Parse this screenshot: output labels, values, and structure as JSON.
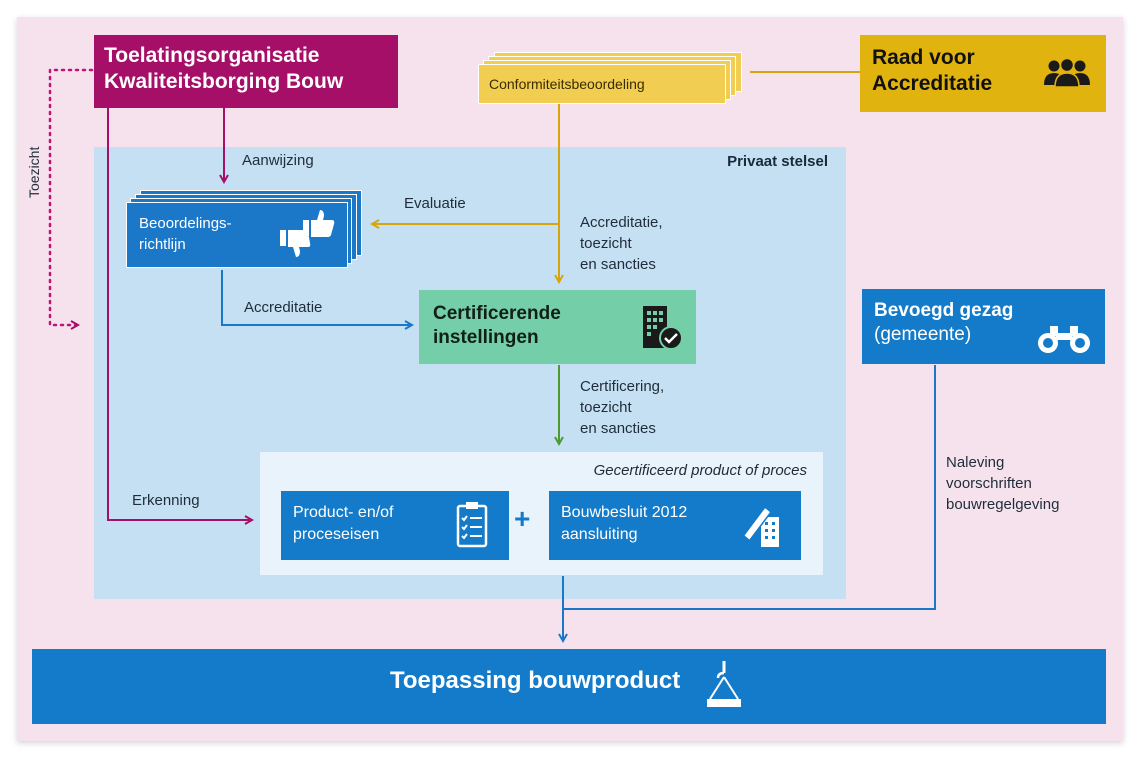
{
  "boxes": {
    "toelating": "Toelatingsorganisatie Kwaliteitsborging Bouw",
    "toelating_l1": "Toelatingsorganisatie",
    "toelating_l2": "Kwaliteitsborging Bouw",
    "raad_l1": "Raad voor",
    "raad_l2": "Accreditatie",
    "conformiteit": "Conformiteitsbeoordeling",
    "beoordeling_l1": "Beoordelings-",
    "beoordeling_l2": "richtlijn",
    "certificerend_l1": "Certificerende",
    "certificerend_l2": "instellingen",
    "bevoegd_l1": "Bevoegd gezag",
    "bevoegd_l2": "(gemeente)",
    "product_l1": "Product- en/of",
    "product_l2": "proceseisen",
    "bouwbesluit_l1": "Bouwbesluit 2012",
    "bouwbesluit_l2": "aansluiting",
    "toepassing": "Toepassing bouwproduct",
    "plus": "+"
  },
  "regions": {
    "privaat": "Privaat stelsel",
    "gecertificeerd": "Gecertificeerd product of proces"
  },
  "labels": {
    "toezicht": "Toezicht",
    "aanwijzing": "Aanwijzing",
    "evaluatie": "Evaluatie",
    "accreditatie": "Accreditatie",
    "accr_toezicht_l1": "Accreditatie,",
    "accr_toezicht_l2": "toezicht",
    "accr_toezicht_l3": "en sancties",
    "cert_toezicht_l1": "Certificering,",
    "cert_toezicht_l2": "toezicht",
    "cert_toezicht_l3": "en sancties",
    "erkenning": "Erkenning",
    "naleving_l1": "Naleving",
    "naleving_l2": "voorschriften",
    "naleving_l3": "bouwregelgeving"
  },
  "colors": {
    "magenta": "#a50f67",
    "gold": "#e0b30f",
    "blue": "#137bc9",
    "green": "#4f9a2e",
    "mint": "#74cfa9",
    "panel": "#f6e2ec",
    "private": "#c6e0f3"
  },
  "icons": [
    "people-icon",
    "thumbs-icon",
    "building-check-icon",
    "binoculars-icon",
    "checklist-icon",
    "pencil-building-icon",
    "crane-load-icon"
  ]
}
